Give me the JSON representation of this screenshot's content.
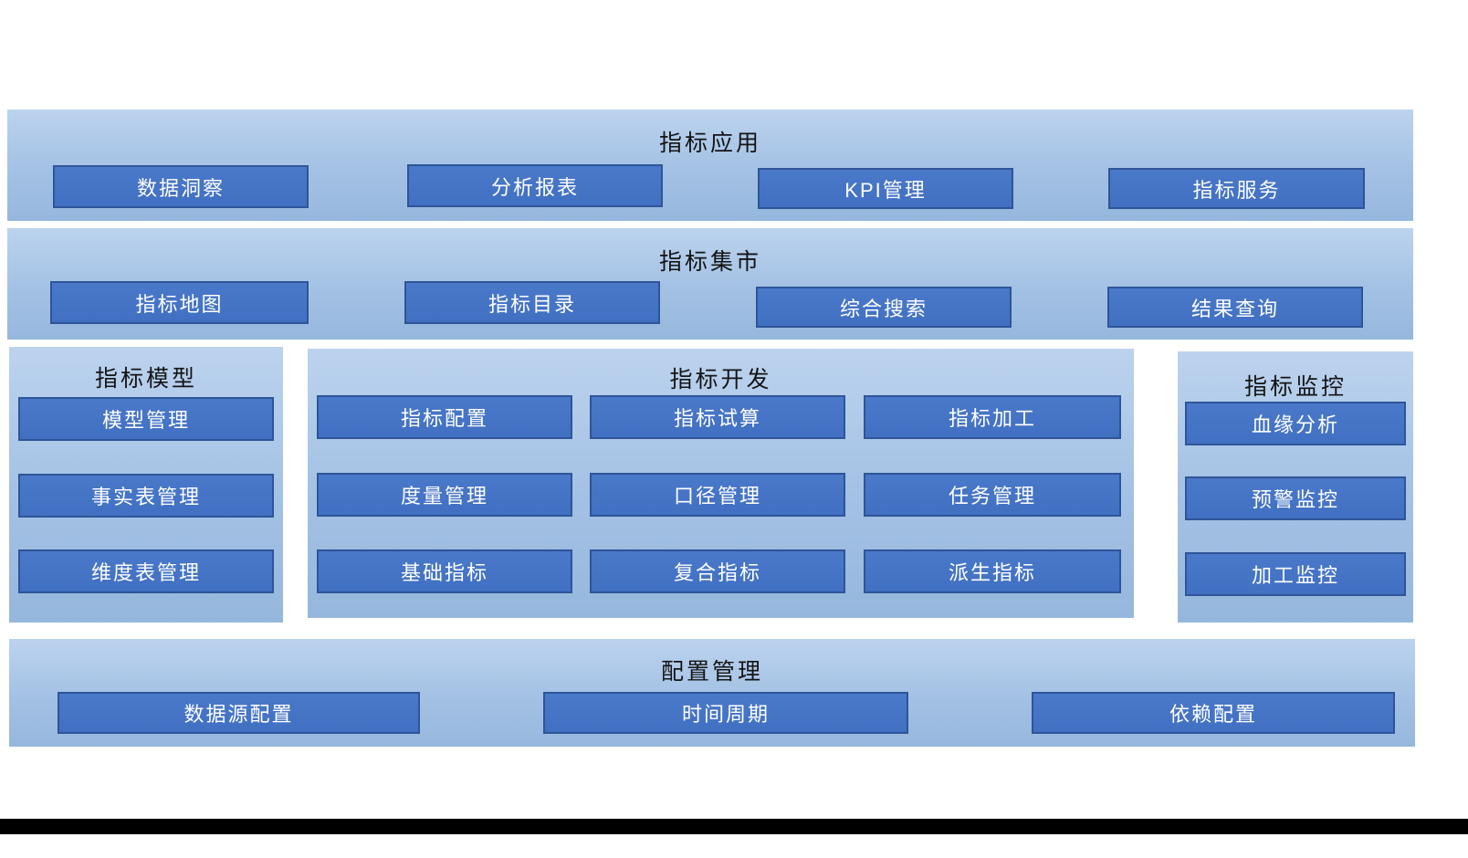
{
  "colors": {
    "band_background_top": "#bcd3ee",
    "band_background_bottom": "#96b7dd",
    "node_background": "#4473c5",
    "node_border": "#2e5597",
    "node_text": "#ffffff",
    "title_text": "#141414",
    "footer_bar": "#000000"
  },
  "sections": {
    "application": {
      "title": "指标应用",
      "items": [
        "数据洞察",
        "分析报表",
        "KPI管理",
        "指标服务"
      ]
    },
    "market": {
      "title": "指标集市",
      "items": [
        "指标地图",
        "指标目录",
        "综合搜索",
        "结果查询"
      ]
    },
    "model": {
      "title": "指标模型",
      "items": [
        "模型管理",
        "事实表管理",
        "维度表管理"
      ]
    },
    "development": {
      "title": "指标开发",
      "items": [
        "指标配置",
        "指标试算",
        "指标加工",
        "度量管理",
        "口径管理",
        "任务管理",
        "基础指标",
        "复合指标",
        "派生指标"
      ]
    },
    "monitoring": {
      "title": "指标监控",
      "items": [
        "血缘分析",
        "预警监控",
        "加工监控"
      ]
    },
    "configuration": {
      "title": "配置管理",
      "items": [
        "数据源配置",
        "时间周期",
        "依赖配置"
      ]
    }
  }
}
